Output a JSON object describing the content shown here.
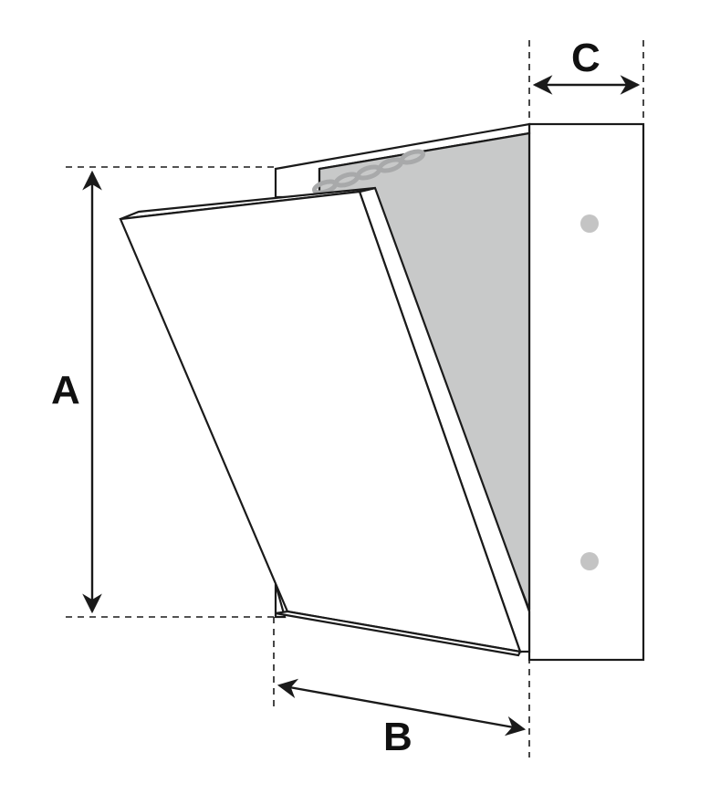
{
  "labels": {
    "a": "A",
    "b": "B",
    "c": "C"
  },
  "colors": {
    "stroke": "#1a1a1a",
    "interior": "#c8c9c9",
    "chain": "#a8a9aa",
    "bolt": "#c4c4c4",
    "door": "#ffffff"
  }
}
